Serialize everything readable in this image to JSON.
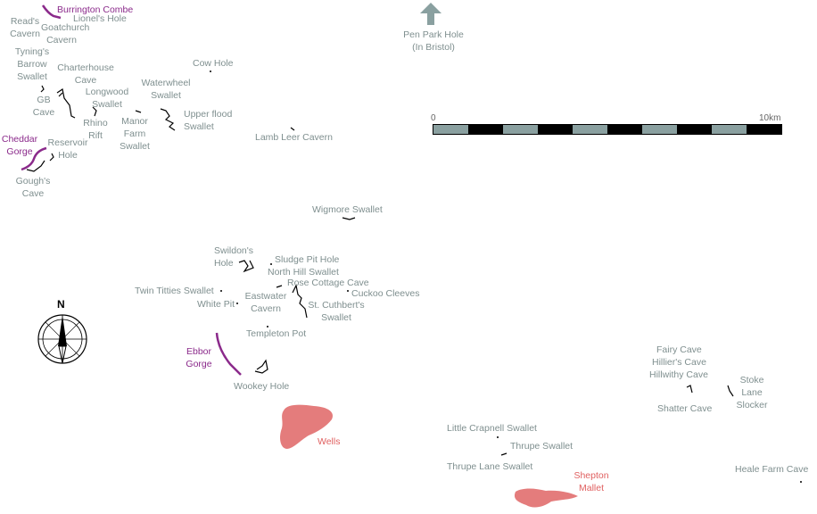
{
  "colors": {
    "label": "#7f8f8f",
    "gorge": "#8b2a8b",
    "town": "#e06060",
    "town_fill": "#e47c7c",
    "passage": "#000000",
    "arrow": "#8aa0a0",
    "scale_light": "#8aa0a0",
    "scale_dark": "#000000"
  },
  "north_label": "N",
  "offmap": {
    "name": "Pen Park Hole",
    "note": "(In Bristol)"
  },
  "scale": {
    "start": "0",
    "end": "10km",
    "segments": 10
  },
  "gorges": {
    "burrington": "Burrington Combe",
    "cheddar": "Cheddar Gorge",
    "ebbor": "Ebbor Gorge"
  },
  "towns": {
    "wells": "Wells",
    "shepton": "Shepton Mallet"
  },
  "caves": {
    "reads": "Read's Cavern",
    "lionels": "Lionel's Hole",
    "goatchurch": "Goatchurch Cavern",
    "tynings": "Tyning's Barrow Swallet",
    "charterhouse": "Charterhouse Cave",
    "cow": "Cow Hole",
    "gb": "GB Cave",
    "longwood": "Longwood Swallet",
    "waterwheel": "Waterwheel Swallet",
    "rhino": "Rhino Rift",
    "manor": "Manor Farm Swallet",
    "upperflood": "Upper flood Swallet",
    "lambleer": "Lamb Leer Cavern",
    "reservoir": "Reservoir Hole",
    "goughs": "Gough's Cave",
    "wigmore": "Wigmore Swallet",
    "swildons": "Swildon's Hole",
    "sludgepit": "Sludge Pit Hole",
    "northhill": "North Hill Swallet",
    "rosecottage": "Rose Cottage Cave",
    "twintitties": "Twin Titties Swallet",
    "cuckoo": "Cuckoo Cleeves",
    "eastwater": "Eastwater Cavern",
    "whitepit": "White Pit",
    "stcuthberts": "St. Cuthbert's Swallet",
    "templeton": "Templeton Pot",
    "wookey": "Wookey Hole",
    "fairy": "Fairy Cave",
    "hilliers": "Hillier's Cave",
    "hillwithy": "Hillwithy Cave",
    "stoke": "Stoke Lane Slocker",
    "shatter": "Shatter Cave",
    "littlecrapnell": "Little Crapnell Swallet",
    "thrupe": "Thrupe Swallet",
    "thrupelane": "Thrupe Lane Swallet",
    "healefarm": "Heale Farm Cave"
  }
}
